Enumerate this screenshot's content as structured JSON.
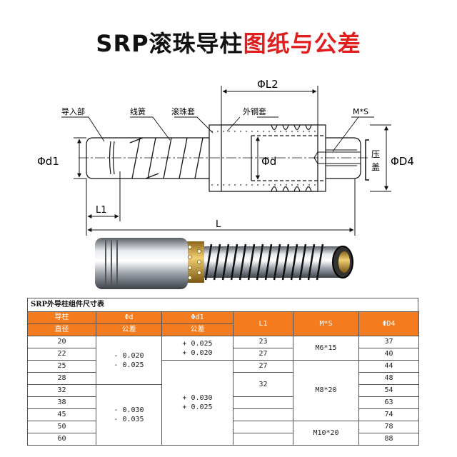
{
  "title": {
    "black": "SRP滚珠导柱",
    "red": "图纸与公差"
  },
  "drawing": {
    "labels": {
      "guide_part": "导入部",
      "spring": "线簧",
      "ball_sleeve": "滚珠套",
      "outer_sleeve": "外钢套",
      "ms": "M*S",
      "d1": "Φd1",
      "d": "Φd",
      "d4": "ΦD4",
      "l2": "ΦL2",
      "l1": "L1",
      "l": "L",
      "cover1": "压",
      "cover2": "盖"
    }
  },
  "table": {
    "caption": "SRP外导柱组件尺寸表",
    "header": {
      "col1_top": "导柱",
      "col1_bottom": "直径",
      "col2_top": "Φd",
      "col2_bottom": "公差",
      "col3_top": "Φd1",
      "col3_bottom": "公差",
      "col4": "L1",
      "col5": "M*S",
      "col6": "ΦD4"
    },
    "diameters": [
      "20",
      "22",
      "25",
      "28",
      "32",
      "38",
      "45",
      "50",
      "60"
    ],
    "d_tol": [
      {
        "upper": "- 0.020",
        "lower": "- 0.025"
      },
      {
        "upper": "- 0.030",
        "lower": "- 0.035"
      }
    ],
    "d1_tol": [
      {
        "upper": "+ 0.025",
        "lower": "+ 0.020"
      },
      {
        "upper": "+ 0.030",
        "lower": "+ 0.025"
      }
    ],
    "l1": [
      "23",
      "27",
      "27",
      "32"
    ],
    "ms": [
      "M6*15",
      "M8*20",
      "M10*20"
    ],
    "d4": [
      "37",
      "40",
      "44",
      "48",
      "54",
      "63",
      "74",
      "78",
      "88"
    ]
  }
}
